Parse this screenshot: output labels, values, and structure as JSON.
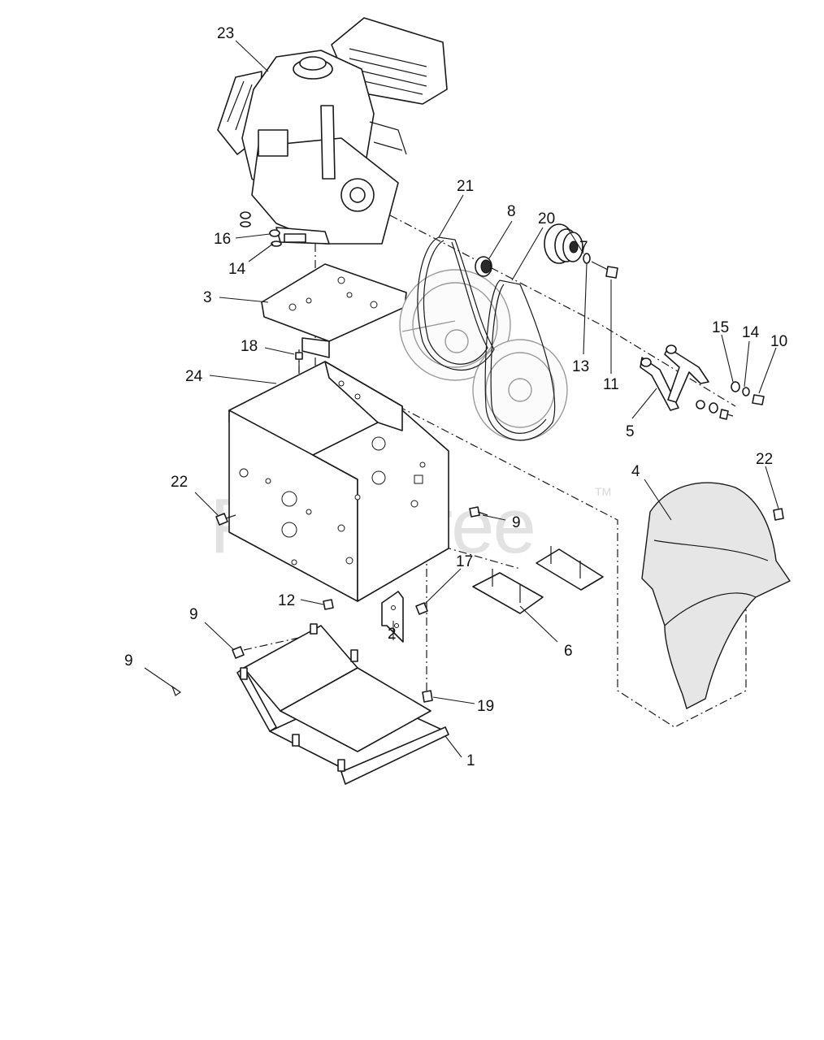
{
  "watermark": {
    "text": "PartsTree",
    "trademark": "TM"
  },
  "callouts": {
    "c23": "23",
    "c16": "16",
    "c14a": "14",
    "c3": "3",
    "c18": "18",
    "c24": "24",
    "c21": "21",
    "c8": "8",
    "c20": "20",
    "c7": "7",
    "c13": "13",
    "c11": "11",
    "c15": "15",
    "c14b": "14",
    "c10": "10",
    "c5": "5",
    "c22a": "22",
    "c4": "4",
    "c22b": "22",
    "c9a": "9",
    "c17": "17",
    "c12": "12",
    "c2": "2",
    "c6": "6",
    "c9b": "9",
    "c9c": "9",
    "c19": "19",
    "c1": "1"
  }
}
